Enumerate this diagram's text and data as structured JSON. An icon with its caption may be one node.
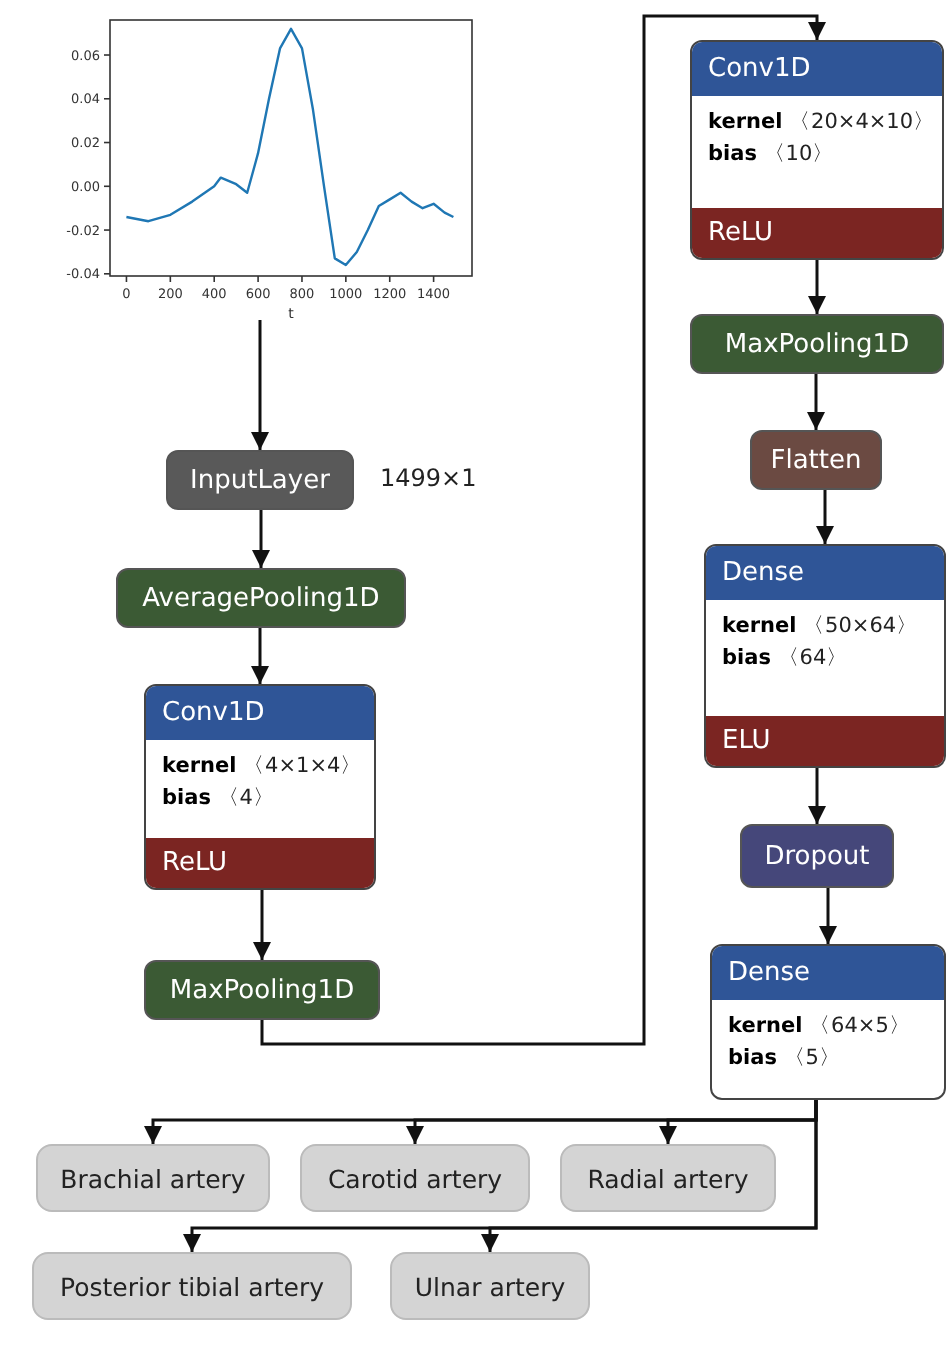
{
  "diagram": {
    "nodes": [
      {
        "text": [],
        "shape": "chart"
      },
      {
        "text": [
          "InputLayer"
        ],
        "beside": [
          "1499×1"
        ]
      },
      {
        "text": [
          "AveragePooling1D"
        ]
      },
      {
        "text": [
          "Conv1D",
          "**kernel** 〈4×1×4〉",
          "**bias** 〈4〉",
          "ReLU"
        ]
      },
      {
        "text": [
          "MaxPooling1D"
        ]
      },
      {
        "text": [
          "Conv1D",
          "**kernel** 〈20×4×10〉",
          "**bias** 〈10〉",
          "ReLU"
        ]
      },
      {
        "text": [
          "MaxPooling1D"
        ]
      },
      {
        "text": [
          "Flatten"
        ]
      },
      {
        "text": [
          "Dense",
          "**kernel** 〈50×64〉",
          "**bias** 〈64〉",
          "ELU"
        ]
      },
      {
        "text": [
          "Dropout"
        ]
      },
      {
        "text": [
          "Dense",
          "**kernel** 〈64×5〉",
          "**bias** 〈5〉"
        ]
      },
      {
        "text": [
          "Brachial artery"
        ]
      },
      {
        "text": [
          "Carotid artery"
        ]
      },
      {
        "text": [
          "Radial artery"
        ]
      },
      {
        "text": [
          "Posterior tibial artery"
        ]
      },
      {
        "text": [
          "Ulnar artery"
        ]
      }
    ],
    "edges": [
      {
        "from": 0,
        "to": 1,
        "arrow": "to"
      },
      {
        "from": 1,
        "to": 2,
        "arrow": "to"
      },
      {
        "from": 2,
        "to": 3,
        "arrow": "to"
      },
      {
        "from": 3,
        "to": 4,
        "arrow": "to"
      },
      {
        "from": 4,
        "to": 5,
        "arrow": "to"
      },
      {
        "from": 5,
        "to": 6,
        "arrow": "to"
      },
      {
        "from": 6,
        "to": 7,
        "arrow": "to"
      },
      {
        "from": 7,
        "to": 8,
        "arrow": "to"
      },
      {
        "from": 8,
        "to": 9,
        "arrow": "to"
      },
      {
        "from": 9,
        "to": 10,
        "arrow": "to"
      },
      {
        "from": 10,
        "to": 11,
        "arrow": "to"
      },
      {
        "from": 10,
        "to": 12,
        "arrow": "to"
      },
      {
        "from": 10,
        "to": 13,
        "arrow": "to"
      },
      {
        "from": 10,
        "to": 14,
        "arrow": "to"
      },
      {
        "from": 10,
        "to": 15,
        "arrow": "to"
      }
    ],
    "chart_data": {
      "type": "line",
      "xlabel": "t",
      "x": [
        0,
        100,
        200,
        300,
        400,
        430,
        500,
        550,
        600,
        650,
        700,
        750,
        800,
        850,
        900,
        950,
        1000,
        1050,
        1100,
        1150,
        1200,
        1250,
        1300,
        1350,
        1400,
        1450,
        1490
      ],
      "series": [
        {
          "color": "#1f77b4",
          "values": [
            -0.014,
            -0.016,
            -0.013,
            -0.007,
            0.0,
            0.004,
            0.001,
            -0.003,
            0.015,
            0.04,
            0.063,
            0.072,
            0.063,
            0.035,
            0.0,
            -0.033,
            -0.036,
            -0.03,
            -0.02,
            -0.009,
            -0.006,
            -0.003,
            -0.007,
            -0.01,
            -0.008,
            -0.012,
            -0.014
          ]
        }
      ],
      "xlim": [
        -75,
        1575
      ],
      "ylim": [
        -0.041,
        0.076
      ],
      "xticks": [
        0,
        200,
        400,
        600,
        800,
        1000,
        1200,
        1400
      ],
      "yticks": [
        {
          "value": -0.04,
          "label": "-0.04"
        },
        {
          "value": -0.02,
          "label": "-0.02"
        },
        {
          "value": 0,
          "label": "0.00"
        },
        {
          "value": 0.02,
          "label": "0.02"
        },
        {
          "value": 0.04,
          "label": "0.04"
        },
        {
          "value": 0.06,
          "label": "0.06"
        }
      ]
    }
  }
}
